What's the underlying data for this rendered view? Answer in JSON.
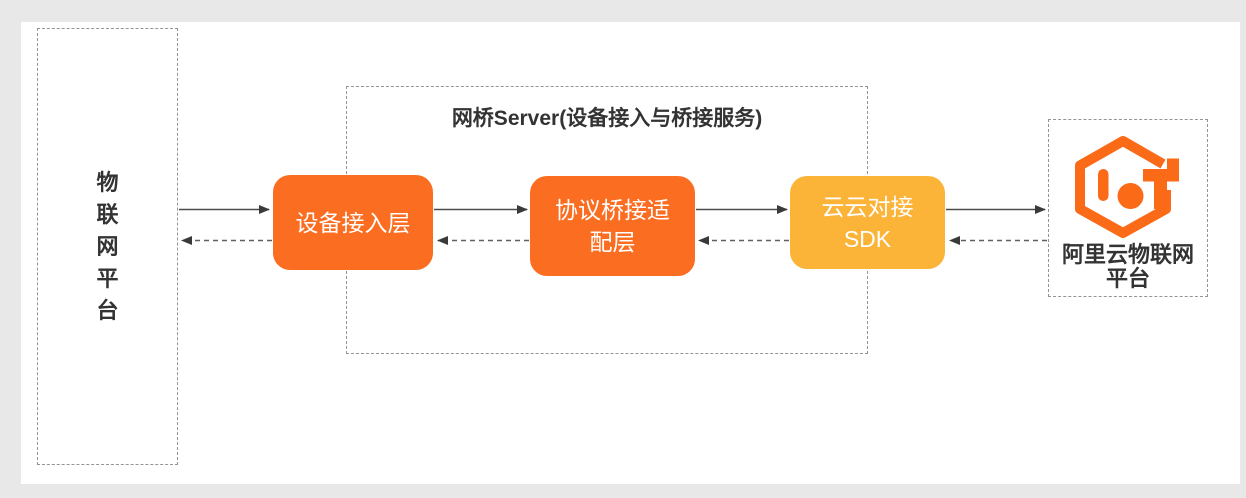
{
  "left_platform": {
    "label": "物联网平台"
  },
  "bridge_server": {
    "title": "网桥Server(设备接入与桥接服务)",
    "nodes": [
      {
        "id": "device-access-layer",
        "label": "设备接入层",
        "color": "#fb6d21"
      },
      {
        "id": "protocol-bridge-adapter",
        "label": "协议桥接适\n配层",
        "color": "#fb6d21"
      },
      {
        "id": "cloud-cloud-sdk",
        "label": "云云对接\nSDK",
        "color": "#fbb338"
      }
    ]
  },
  "aliyun_platform": {
    "label": "阿里云物联网\n平台",
    "logo_icon": "aliyun-iot-hexagon-logo",
    "logo_color": "#fb6a17"
  },
  "colors": {
    "background": "#e8e8e8",
    "card": "#ffffff",
    "node_orange": "#fb6d21",
    "node_yellow": "#fbb338",
    "logo_orange": "#fb6a17",
    "arrow": "#4c4c4c",
    "dashed_border": "#949494",
    "text": "#333333"
  }
}
